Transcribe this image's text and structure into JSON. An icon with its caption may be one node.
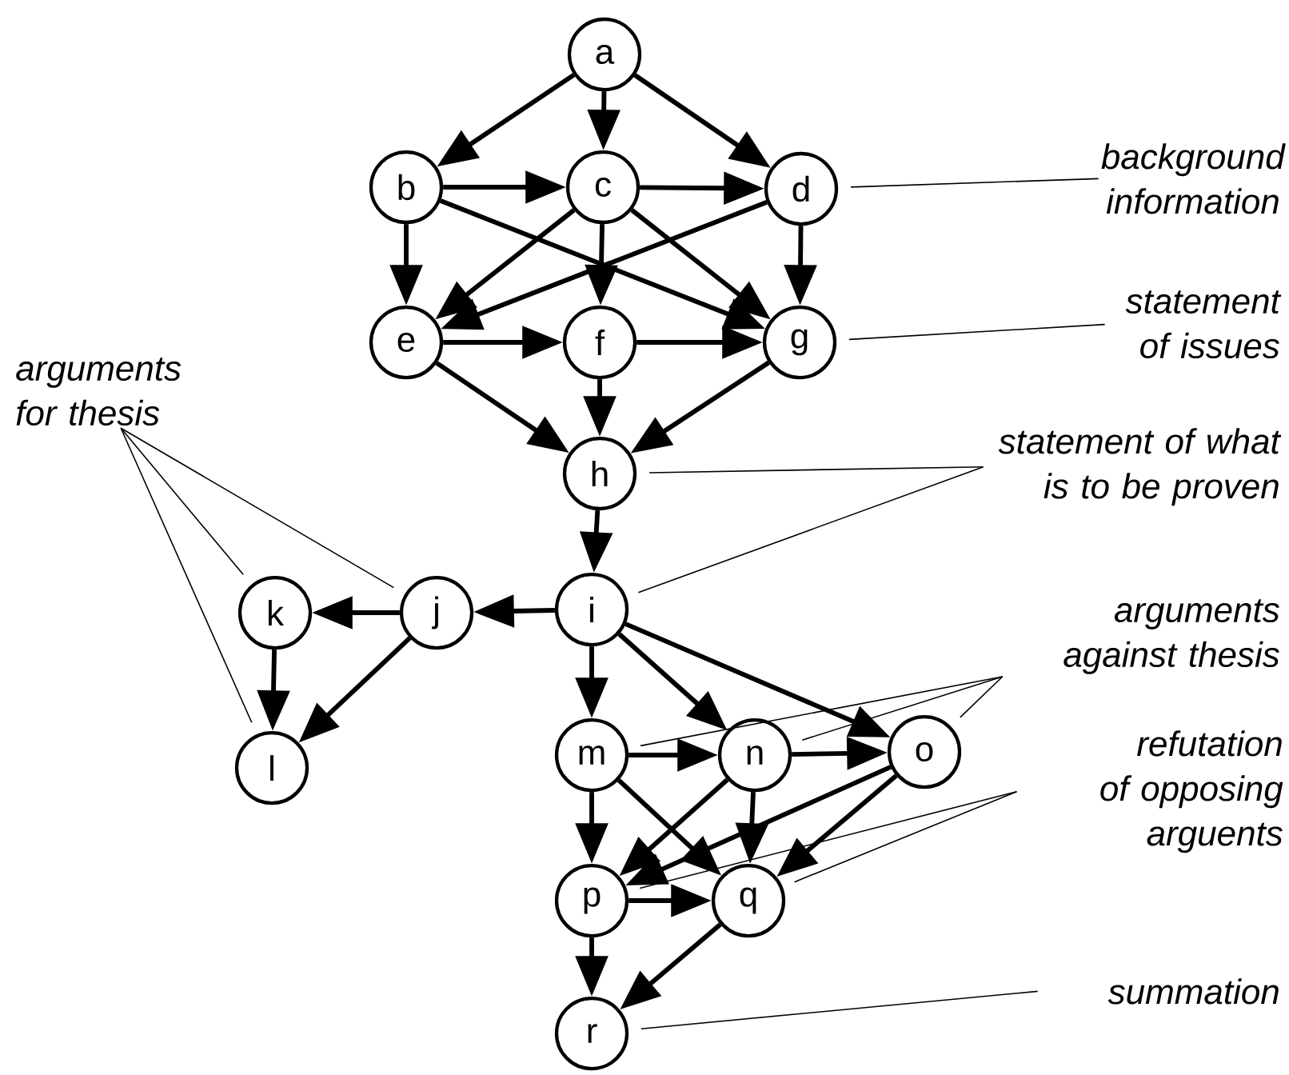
{
  "diagram": {
    "nodes": [
      {
        "text": [
          "a"
        ]
      },
      {
        "text": [
          "b"
        ]
      },
      {
        "text": [
          "c"
        ]
      },
      {
        "text": [
          "d"
        ]
      },
      {
        "text": [
          "e"
        ]
      },
      {
        "text": [
          "f"
        ]
      },
      {
        "text": [
          "g"
        ]
      },
      {
        "text": [
          "h"
        ]
      },
      {
        "text": [
          "i"
        ]
      },
      {
        "text": [
          "j"
        ]
      },
      {
        "text": [
          "k"
        ]
      },
      {
        "text": [
          "l"
        ]
      },
      {
        "text": [
          "m"
        ]
      },
      {
        "text": [
          "n"
        ]
      },
      {
        "text": [
          "o"
        ]
      },
      {
        "text": [
          "p"
        ]
      },
      {
        "text": [
          "q"
        ]
      },
      {
        "text": [
          "r"
        ]
      },
      {
        "text": [
          "background information"
        ]
      },
      {
        "text": [
          "statement of issues"
        ]
      },
      {
        "text": [
          "statement of what is to be proven"
        ]
      },
      {
        "text": [
          "arguments for thesis"
        ]
      },
      {
        "text": [
          "arguments against thesis"
        ]
      },
      {
        "text": [
          "refutation of opposing arguents"
        ]
      },
      {
        "text": [
          "summation"
        ]
      }
    ],
    "edges": [
      {
        "from": 0,
        "to": 1,
        "arrow": "to"
      },
      {
        "from": 0,
        "to": 2,
        "arrow": "to"
      },
      {
        "from": 0,
        "to": 3,
        "arrow": "to"
      },
      {
        "from": 1,
        "to": 2,
        "arrow": "to"
      },
      {
        "from": 2,
        "to": 3,
        "arrow": "to"
      },
      {
        "from": 1,
        "to": 4,
        "arrow": "to"
      },
      {
        "from": 1,
        "to": 6,
        "arrow": "to"
      },
      {
        "from": 2,
        "to": 4,
        "arrow": "to"
      },
      {
        "from": 2,
        "to": 5,
        "arrow": "to"
      },
      {
        "from": 2,
        "to": 6,
        "arrow": "to"
      },
      {
        "from": 3,
        "to": 4,
        "arrow": "to"
      },
      {
        "from": 3,
        "to": 6,
        "arrow": "to"
      },
      {
        "from": 4,
        "to": 5,
        "arrow": "to"
      },
      {
        "from": 5,
        "to": 6,
        "arrow": "to"
      },
      {
        "from": 4,
        "to": 7,
        "arrow": "to"
      },
      {
        "from": 5,
        "to": 7,
        "arrow": "to"
      },
      {
        "from": 6,
        "to": 7,
        "arrow": "to"
      },
      {
        "from": 7,
        "to": 8,
        "arrow": "to"
      },
      {
        "from": 8,
        "to": 9,
        "arrow": "to"
      },
      {
        "from": 9,
        "to": 10,
        "arrow": "to"
      },
      {
        "from": 10,
        "to": 11,
        "arrow": "to"
      },
      {
        "from": 9,
        "to": 11,
        "arrow": "to"
      },
      {
        "from": 8,
        "to": 12,
        "arrow": "to"
      },
      {
        "from": 8,
        "to": 13,
        "arrow": "to"
      },
      {
        "from": 8,
        "to": 14,
        "arrow": "to"
      },
      {
        "from": 12,
        "to": 13,
        "arrow": "to"
      },
      {
        "from": 13,
        "to": 14,
        "arrow": "to"
      },
      {
        "from": 12,
        "to": 15,
        "arrow": "to"
      },
      {
        "from": 12,
        "to": 16,
        "arrow": "to"
      },
      {
        "from": 13,
        "to": 15,
        "arrow": "to"
      },
      {
        "from": 13,
        "to": 16,
        "arrow": "to"
      },
      {
        "from": 14,
        "to": 15,
        "arrow": "to"
      },
      {
        "from": 14,
        "to": 16,
        "arrow": "to"
      },
      {
        "from": 15,
        "to": 16,
        "arrow": "to"
      },
      {
        "from": 15,
        "to": 17,
        "arrow": "to"
      },
      {
        "from": 16,
        "to": 17,
        "arrow": "to"
      },
      {
        "from": 18,
        "to": 3,
        "arrow": "none"
      },
      {
        "from": 19,
        "to": 6,
        "arrow": "none"
      },
      {
        "from": 20,
        "to": 7,
        "arrow": "none"
      },
      {
        "from": 20,
        "to": 8,
        "arrow": "none"
      },
      {
        "from": 21,
        "to": 10,
        "arrow": "none"
      },
      {
        "from": 21,
        "to": 9,
        "arrow": "none"
      },
      {
        "from": 21,
        "to": 11,
        "arrow": "none"
      },
      {
        "from": 22,
        "to": 12,
        "arrow": "none"
      },
      {
        "from": 22,
        "to": 13,
        "arrow": "none"
      },
      {
        "from": 22,
        "to": 14,
        "arrow": "none"
      },
      {
        "from": 23,
        "to": 15,
        "arrow": "none"
      },
      {
        "from": 23,
        "to": 16,
        "arrow": "none"
      },
      {
        "from": 24,
        "to": 17,
        "arrow": "none"
      }
    ]
  }
}
